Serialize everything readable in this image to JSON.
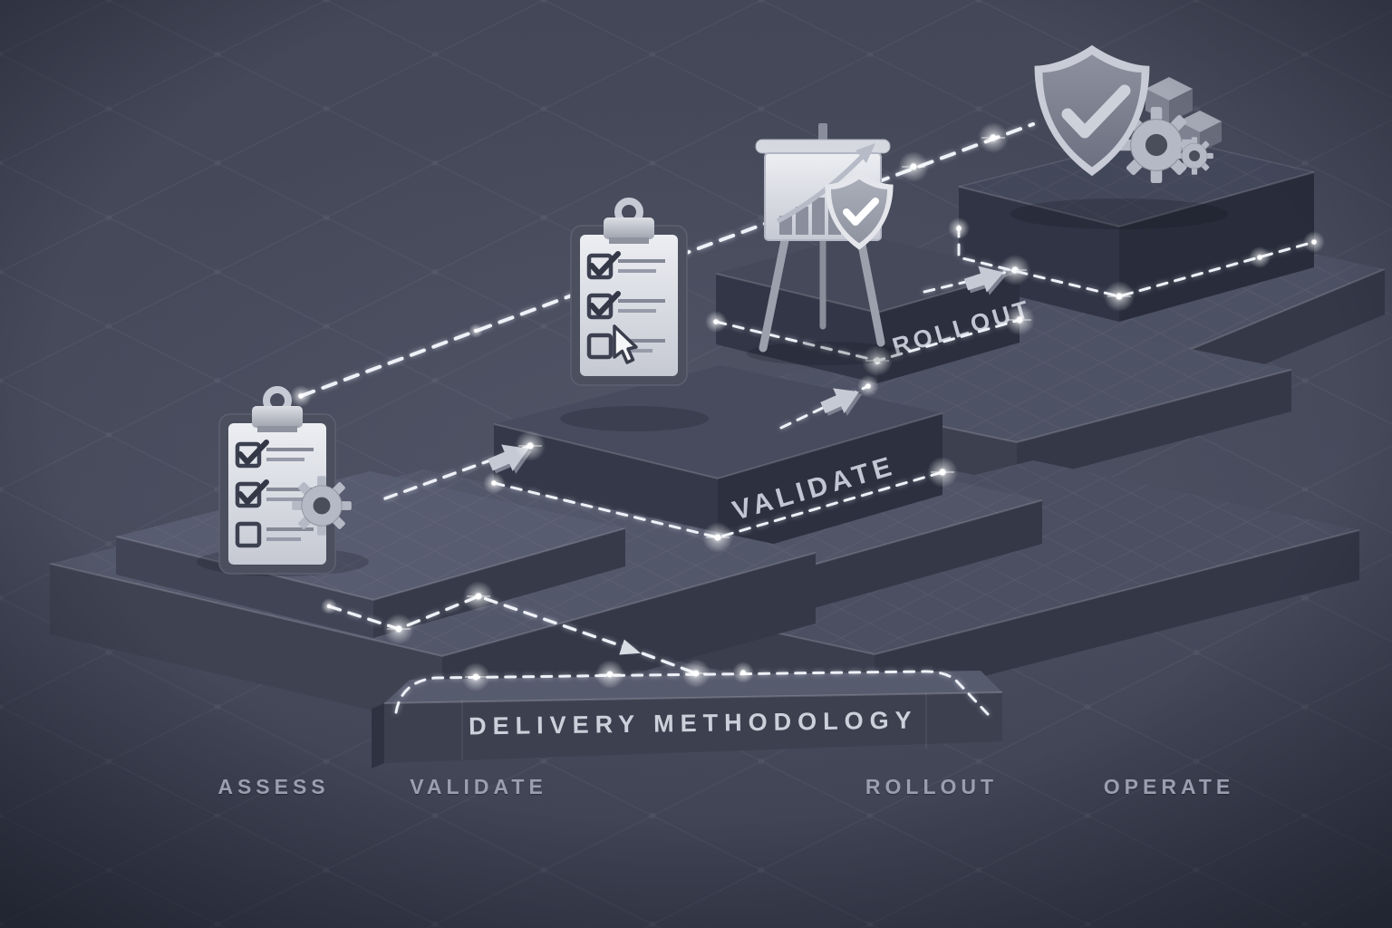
{
  "title_bar": {
    "label": "DELIVERY METHODOLOGY"
  },
  "stages": [
    {
      "name": "Assess",
      "label": "ASSESS",
      "platform_label": "",
      "icon": "clipboard-checklist-gear-icon"
    },
    {
      "name": "Validate",
      "label": "VALIDATE",
      "platform_label": "VALIDATE",
      "icon": "clipboard-checklist-cursor-icon"
    },
    {
      "name": "Rollout",
      "label": "ROLLOUT",
      "platform_label": "ROLLOUT",
      "icon": "presentation-chart-shield-icon"
    },
    {
      "name": "Operate",
      "label": "OPERATE",
      "platform_label": "",
      "icon": "shield-check-cubes-gears-icon"
    }
  ],
  "flow_order": [
    "ASSESS",
    "VALIDATE",
    "ROLLOUT",
    "OPERATE"
  ],
  "colors": {
    "background": "#424656",
    "platform_top": "#53576a",
    "platform_side": "#3a3e4d",
    "block_face_dark": "#2c303f",
    "connector": "#eef1f7",
    "label_text": "#9a9eae",
    "face_text": "#c2c6d2",
    "bar_text": "#ccd0da",
    "icon_light": "#dfe2e8",
    "icon_mid": "#b5b9c5"
  }
}
